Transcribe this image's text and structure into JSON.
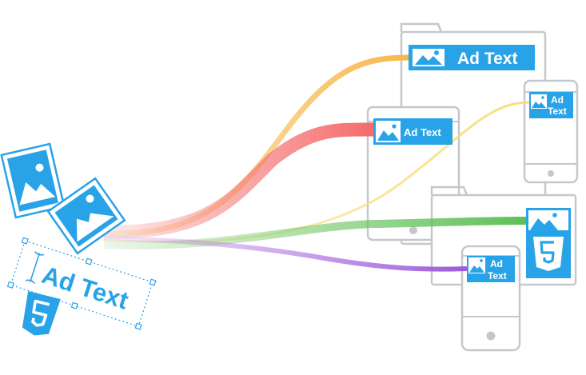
{
  "ad_label": "Ad Text",
  "ad_label_short": "Ad",
  "ad_label_word": "Text",
  "icons": {
    "image": "image-icon",
    "html5": "html5-icon"
  },
  "colors": {
    "brand_blue": "#29a3e8",
    "device_gray": "#bfc4c9",
    "flow_orange": "#f7b84a",
    "flow_red": "#f56a6a",
    "flow_yellow": "#f7de7a",
    "flow_green": "#7dc96e",
    "flow_purple": "#b87ce6"
  }
}
